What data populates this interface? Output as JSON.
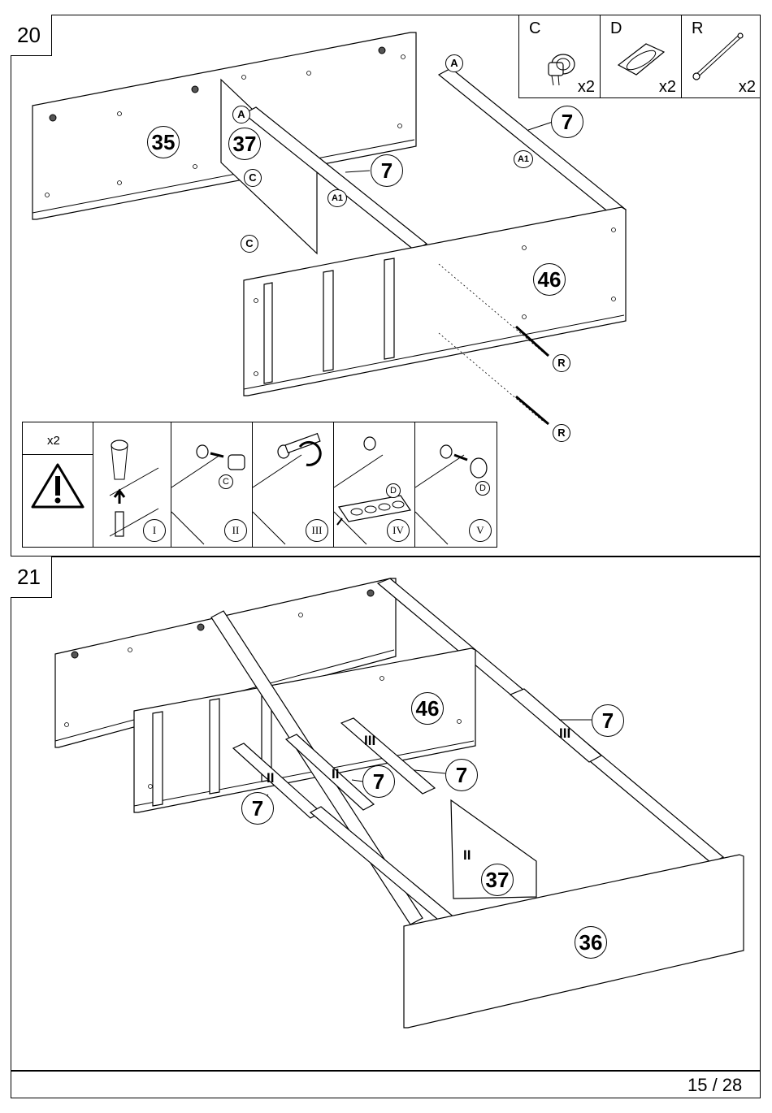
{
  "page": {
    "page_number": "15 / 28"
  },
  "step20": {
    "number": "20",
    "hardware": [
      {
        "letter": "C",
        "qty": "x2",
        "icon": "cam-lock-icon"
      },
      {
        "letter": "D",
        "qty": "x2",
        "icon": "cover-cap-sheet-icon"
      },
      {
        "letter": "R",
        "qty": "x2",
        "icon": "cam-bolt-icon"
      }
    ],
    "parts": {
      "p35": "35",
      "p37": "37",
      "p7a": "7",
      "p7b": "7",
      "p46": "46"
    },
    "refs": {
      "a1": "A",
      "a2": "A",
      "a1b": "A1",
      "a1c": "A1",
      "c1": "C",
      "c2": "C",
      "r1": "R",
      "r2": "R"
    },
    "instructions": {
      "qty": "x2",
      "warning_icon": "warning-triangle-icon",
      "substeps": [
        {
          "roman": "I",
          "label": ""
        },
        {
          "roman": "II",
          "label": "C"
        },
        {
          "roman": "III",
          "label": ""
        },
        {
          "roman": "IV",
          "label": "D"
        },
        {
          "roman": "V",
          "label": "D"
        }
      ]
    }
  },
  "step21": {
    "number": "21",
    "parts": {
      "p46": "46",
      "p37": "37",
      "p36": "36",
      "p7a": "7",
      "p7b": "7",
      "p7c": "7",
      "p7d": "7"
    },
    "romans": {
      "r1": "II",
      "r2": "II",
      "r3": "III",
      "r4": "III",
      "r5": "II"
    }
  }
}
